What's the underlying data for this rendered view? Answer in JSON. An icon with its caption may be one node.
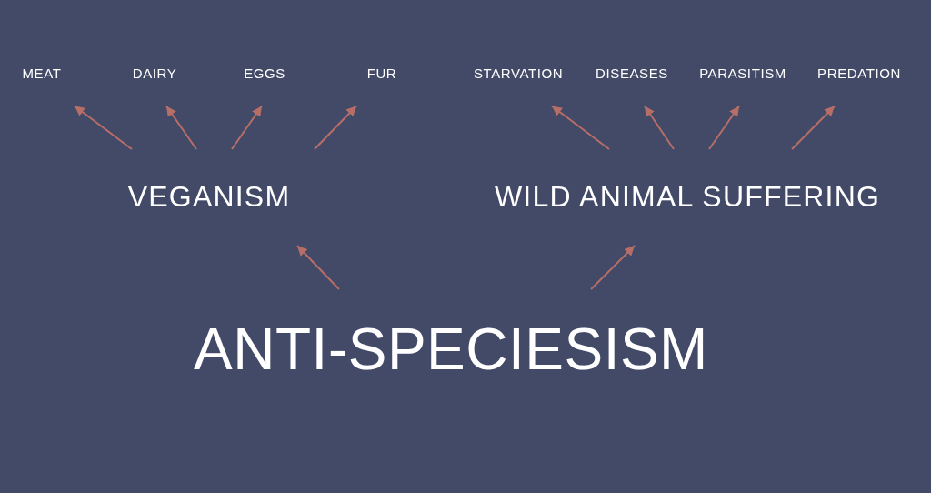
{
  "diagram": {
    "nodes": [
      {
        "text": [
          "MEAT"
        ]
      },
      {
        "text": [
          "DAIRY"
        ]
      },
      {
        "text": [
          "EGGS"
        ]
      },
      {
        "text": [
          "FUR"
        ]
      },
      {
        "text": [
          "STARVATION"
        ]
      },
      {
        "text": [
          "DISEASES"
        ]
      },
      {
        "text": [
          "PARASITISM"
        ]
      },
      {
        "text": [
          "PREDATION"
        ]
      },
      {
        "text": [
          "VEGANISM"
        ]
      },
      {
        "text": [
          "WILD ANIMAL SUFFERING"
        ]
      },
      {
        "text": [
          "ANTI-SPECIESISM"
        ]
      }
    ],
    "edges": [
      {
        "from": 8,
        "to": 0,
        "arrow": "to"
      },
      {
        "from": 8,
        "to": 1,
        "arrow": "to"
      },
      {
        "from": 8,
        "to": 2,
        "arrow": "to"
      },
      {
        "from": 8,
        "to": 3,
        "arrow": "to"
      },
      {
        "from": 9,
        "to": 4,
        "arrow": "to"
      },
      {
        "from": 9,
        "to": 5,
        "arrow": "to"
      },
      {
        "from": 9,
        "to": 6,
        "arrow": "to"
      },
      {
        "from": 9,
        "to": 7,
        "arrow": "to"
      },
      {
        "from": 10,
        "to": 8,
        "arrow": "to"
      },
      {
        "from": 10,
        "to": 9,
        "arrow": "to"
      }
    ]
  }
}
